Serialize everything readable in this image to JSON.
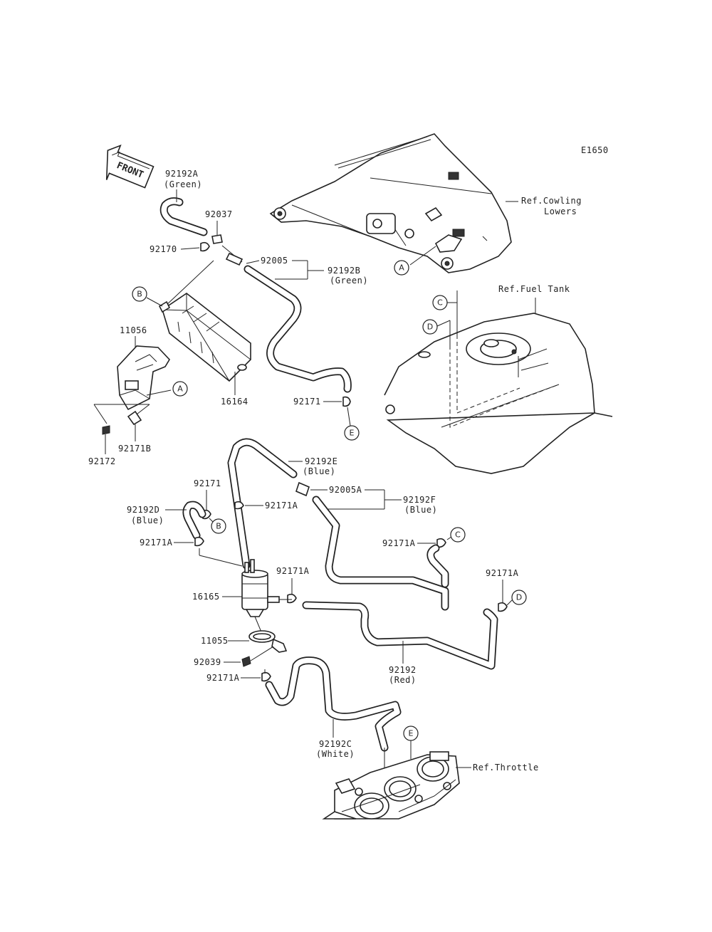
{
  "diagram_code": "E1650",
  "front_label": "FRONT",
  "parts": {
    "p92192A": {
      "num": "92192A",
      "note": "(Green)"
    },
    "p92037": {
      "num": "92037"
    },
    "p92170": {
      "num": "92170"
    },
    "p92005": {
      "num": "92005"
    },
    "p92192B": {
      "num": "92192B",
      "note": "(Green)"
    },
    "p11056": {
      "num": "11056"
    },
    "p16164": {
      "num": "16164"
    },
    "p92172": {
      "num": "92172"
    },
    "p92171B": {
      "num": "92171B"
    },
    "p92171_top": {
      "num": "92171"
    },
    "p92192E": {
      "num": "92192E",
      "note": "(Blue)"
    },
    "p92005A": {
      "num": "92005A"
    },
    "p92192F": {
      "num": "92192F",
      "note": "(Blue)"
    },
    "p92171_mid": {
      "num": "92171"
    },
    "p92192D": {
      "num": "92192D",
      "note": "(Blue)"
    },
    "p92171A_1": {
      "num": "92171A"
    },
    "p92171A_2": {
      "num": "92171A"
    },
    "p92171A_3": {
      "num": "92171A"
    },
    "p92171A_4": {
      "num": "92171A"
    },
    "p92171A_5": {
      "num": "92171A"
    },
    "p92171A_6": {
      "num": "92171A"
    },
    "p16165": {
      "num": "16165"
    },
    "p11055": {
      "num": "11055"
    },
    "p92039": {
      "num": "92039"
    },
    "p92192": {
      "num": "92192",
      "note": "(Red)"
    },
    "p92192C": {
      "num": "92192C",
      "note": "(White)"
    }
  },
  "refs": {
    "cowling": {
      "line1": "Ref.Cowling",
      "line2": "Lowers"
    },
    "fuel_tank": {
      "line1": "Ref.Fuel Tank"
    },
    "throttle": {
      "line1": "Ref.Throttle"
    }
  },
  "markers": {
    "A": "A",
    "B": "B",
    "C": "C",
    "D": "D",
    "E": "E"
  }
}
